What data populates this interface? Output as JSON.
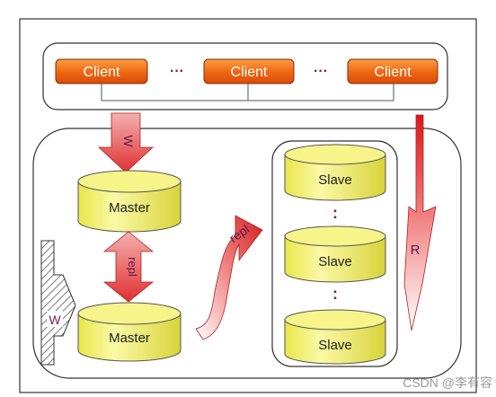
{
  "clients": [
    "Client",
    "Client",
    "Client"
  ],
  "client_ellipsis": [
    "···",
    "···"
  ],
  "masters": [
    "Master",
    "Master"
  ],
  "slaves": [
    "Slave",
    "Slave",
    "Slave"
  ],
  "slave_ellipsis": [
    ":",
    ":"
  ],
  "arrows": {
    "write_top": "W",
    "write_left": "W",
    "read": "R",
    "replication_vertical": "repl",
    "replication_curved": "repl"
  },
  "watermark": "CSDN @李有容",
  "colors": {
    "client_fill": "#f07818",
    "client_text": "#ffffff",
    "db_fill": "#f5f27a",
    "arrow_red": "#e23a3a",
    "ellipsis": "#7a1d5c"
  }
}
